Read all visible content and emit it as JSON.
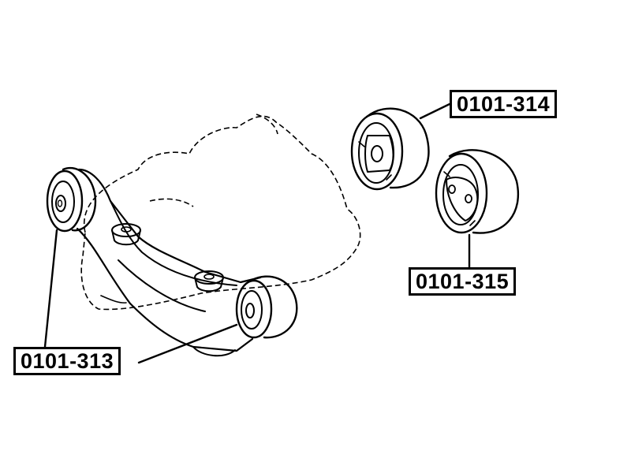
{
  "parts": {
    "bushing_313": "0101-313",
    "bushing_314": "0101-314",
    "bushing_315": "0101-315"
  },
  "colors": {
    "ink": "#000000",
    "background": "#ffffff"
  }
}
